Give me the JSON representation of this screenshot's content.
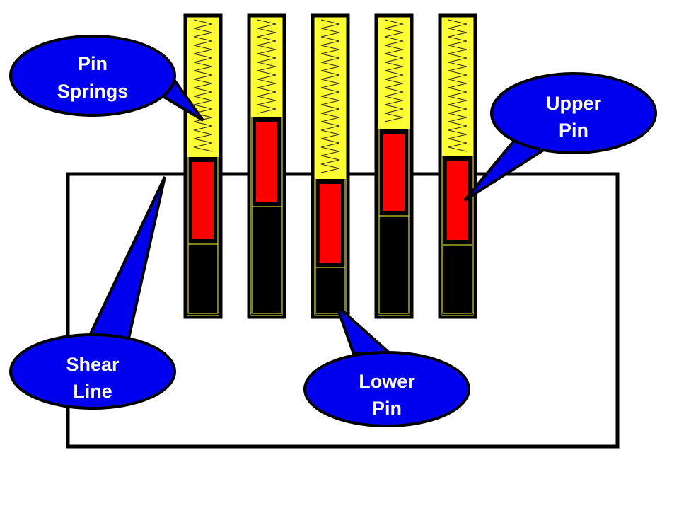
{
  "colors": {
    "spring_chamber": "#ffff33",
    "upper_pin": "#ff0000",
    "lower_pin": "#000000",
    "callout_fill": "#0000ee",
    "callout_text": "#ffffff",
    "outline": "#000000"
  },
  "callouts": {
    "pin_springs": {
      "line1": "Pin",
      "line2": "Springs"
    },
    "upper_pin": {
      "line1": "Upper",
      "line2": "Pin"
    },
    "shear_line": {
      "line1": "Shear",
      "line2": "Line"
    },
    "lower_pin": {
      "line1": "Lower",
      "line2": "Pin"
    }
  },
  "pin_stacks": [
    {
      "id": 1,
      "upper_pin_state": "raised",
      "lower_pin_state": "raised"
    },
    {
      "id": 2,
      "upper_pin_state": "raised",
      "lower_pin_state": "raised"
    },
    {
      "id": 3,
      "upper_pin_state": "lowered",
      "lower_pin_state": "lowered"
    },
    {
      "id": 4,
      "upper_pin_state": "raised",
      "lower_pin_state": "raised"
    },
    {
      "id": 5,
      "upper_pin_state": "raised",
      "lower_pin_state": "raised"
    }
  ]
}
